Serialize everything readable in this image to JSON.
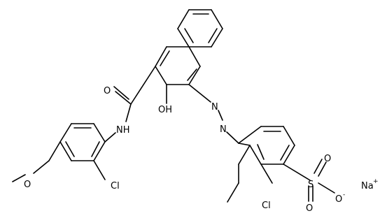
{
  "atoms": {
    "carbonyl_o": "O",
    "amide_nh": "NH",
    "hydroxyl": "OH",
    "azo_n1": "N",
    "azo_n2": "N",
    "methoxy_o": "O",
    "cl_anilide": "Cl",
    "cl_benzene": "Cl",
    "sulfonyl_s": "S",
    "sulfonyl_o_top": "O",
    "sulfonyl_o_left": "O",
    "sulfonate_o": "O",
    "sulfonate_charge": "-",
    "sodium": "Na",
    "sodium_charge": "+"
  }
}
